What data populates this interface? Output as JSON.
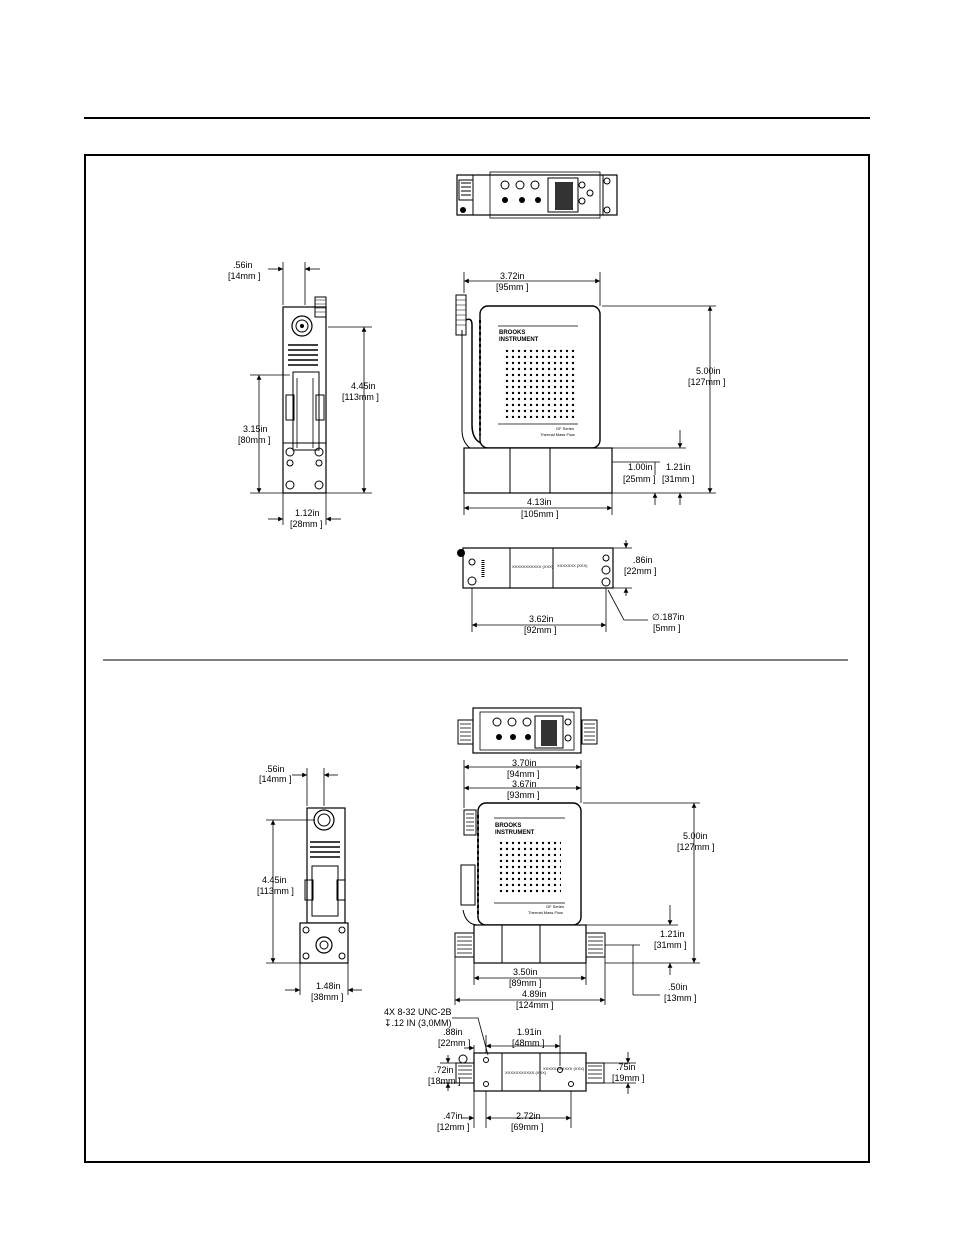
{
  "sheet": {
    "top_rule": true,
    "frame": true,
    "section_divider": true
  },
  "upper": {
    "top_view": {
      "display_label": ""
    },
    "front_device": {
      "brand_line1": "BROOKS",
      "brand_line2": "INSTRUMENT",
      "model": "GF Series",
      "sub_model": "Thermal Mass Flow"
    },
    "dims": {
      "side_top_width_in": ".56in",
      "side_top_width_mm": "[14mm ]",
      "side_height_in": "4.45in",
      "side_height_mm": "[113mm ]",
      "side_lower_in": "3.15in",
      "side_lower_mm": "[80mm ]",
      "side_width_in": "1.12in",
      "side_width_mm": "[28mm ]",
      "front_width_in": "3.72in",
      "front_width_mm": "[95mm ]",
      "front_height_in": "5.00in",
      "front_height_mm": "[127mm ]",
      "base_h1_in": "1.00in",
      "base_h1_mm": "[25mm ]",
      "base_h2_in": "1.21in",
      "base_h2_mm": "[31mm ]",
      "base_width_in": "4.13in",
      "base_width_mm": "[105mm ]",
      "bottom_depth_in": ".86in",
      "bottom_depth_mm": "[22mm ]",
      "hole_span_in": "3.62in",
      "hole_span_mm": "[92mm ]",
      "hole_dia_in": "∅.187in",
      "hole_dia_mm": "[5mm ]"
    },
    "bottom_labels": [
      "XXXXXXXXXXX (XXX)",
      "XXXXXXX (XXX)"
    ]
  },
  "lower": {
    "front_device": {
      "brand_line1": "BROOKS",
      "brand_line2": "INSTRUMENT",
      "model": "GF Series",
      "sub_model": "Thermal Mass Flow"
    },
    "dims": {
      "side_top_width_in": ".56in",
      "side_top_width_mm": "[14mm ]",
      "side_height_in": "4.45in",
      "side_height_mm": "[113mm ]",
      "side_width_in": "1.48in",
      "side_width_mm": "[38mm ]",
      "front_width1_in": "3.70in",
      "front_width1_mm": "[94mm ]",
      "front_width2_in": "3.67in",
      "front_width2_mm": "[93mm ]",
      "front_height_in": "5.00in",
      "front_height_mm": "[127mm ]",
      "base_h_in": "1.21in",
      "base_h_mm": "[31mm ]",
      "base_inner_in": "3.50in",
      "base_inner_mm": "[89mm ]",
      "base_overall_in": "4.89in",
      "base_overall_mm": "[124mm ]",
      "fitting_h_in": ".50in",
      "fitting_h_mm": "[13mm ]",
      "thread_note1": "4X 8-32 UNC-2B",
      "thread_note2": "↧.12 IN (3,0MM)",
      "bot_depth_in": ".88in",
      "bot_depth_mm": "[22mm ]",
      "bot_span1_in": "1.91in",
      "bot_span1_mm": "[48mm ]",
      "bot_left_in": ".72in",
      "bot_left_mm": "[18mm ]",
      "bot_right_in": ".75in",
      "bot_right_mm": "[19mm ]",
      "bot_edge_in": ".47in",
      "bot_edge_mm": "[12mm ]",
      "bot_span2_in": "2.72in",
      "bot_span2_mm": "[69mm ]"
    },
    "bottom_labels": [
      "XXXXXXXXXXX (XXX)",
      "XXXXXXXXXXX (XXX)"
    ]
  }
}
